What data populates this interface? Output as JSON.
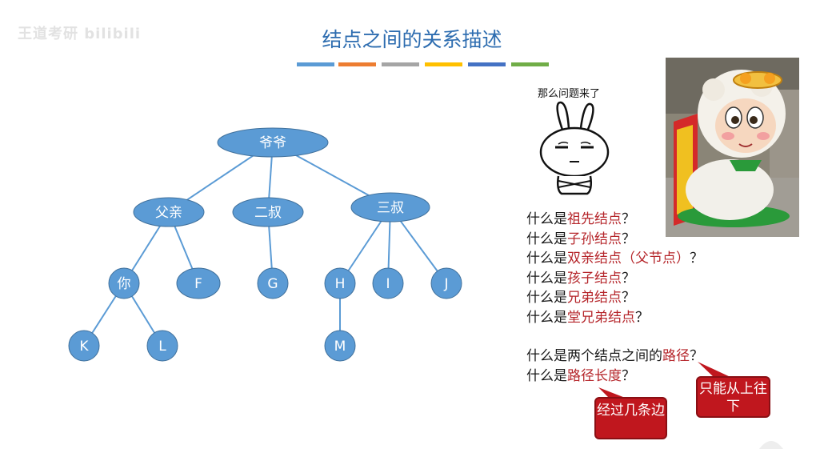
{
  "slide": {
    "watermark": "王道考研 bilibili",
    "title": "结点之间的关系描述",
    "title_bar_colors": [
      "#5b9bd5",
      "#ed7d31",
      "#a5a5a5",
      "#ffc000",
      "#4472c4",
      "#70ad47"
    ],
    "accent_red": "#b5252a"
  },
  "tree": {
    "node_fill": "#5b9bd5",
    "nodes": [
      {
        "id": "root",
        "label": "爷爷"
      },
      {
        "id": "father",
        "label": "父亲"
      },
      {
        "id": "uncle2",
        "label": "二叔"
      },
      {
        "id": "uncle3",
        "label": "三叔"
      },
      {
        "id": "you",
        "label": "你"
      },
      {
        "id": "F",
        "label": "F"
      },
      {
        "id": "G",
        "label": "G"
      },
      {
        "id": "H",
        "label": "H"
      },
      {
        "id": "I",
        "label": "I"
      },
      {
        "id": "J",
        "label": "J"
      },
      {
        "id": "K",
        "label": "K"
      },
      {
        "id": "L",
        "label": "L"
      },
      {
        "id": "M",
        "label": "M"
      }
    ],
    "edges": [
      [
        "root",
        "father"
      ],
      [
        "root",
        "uncle2"
      ],
      [
        "root",
        "uncle3"
      ],
      [
        "father",
        "you"
      ],
      [
        "father",
        "F"
      ],
      [
        "uncle2",
        "G"
      ],
      [
        "uncle3",
        "H"
      ],
      [
        "uncle3",
        "I"
      ],
      [
        "uncle3",
        "J"
      ],
      [
        "you",
        "K"
      ],
      [
        "you",
        "L"
      ],
      [
        "H",
        "M"
      ]
    ]
  },
  "meme": {
    "caption": "那么问题来了",
    "icon": "bunny-meme-icon",
    "photo": "pleasant-goat-ride-photo"
  },
  "questions": [
    {
      "prefix": "什么是",
      "term": "祖先结点",
      "suffix": "？"
    },
    {
      "prefix": "什么是",
      "term": "子孙结点",
      "suffix": "？"
    },
    {
      "prefix": "什么是",
      "term": "双亲结点（父节点）",
      "suffix": "？"
    },
    {
      "prefix": "什么是",
      "term": "孩子结点",
      "suffix": "？"
    },
    {
      "prefix": "什么是",
      "term": "兄弟结点",
      "suffix": "？"
    },
    {
      "prefix": "什么是",
      "term": "堂兄弟结点",
      "suffix": "？"
    }
  ],
  "questions2": [
    {
      "prefix": "什么是两个结点之间的",
      "term": "路径",
      "suffix": "？"
    },
    {
      "prefix": "什么是",
      "term": "路径长度",
      "suffix": "？"
    }
  ],
  "callouts": {
    "edges_count": "经过几条边",
    "top_down_only": "只能从上往下"
  }
}
